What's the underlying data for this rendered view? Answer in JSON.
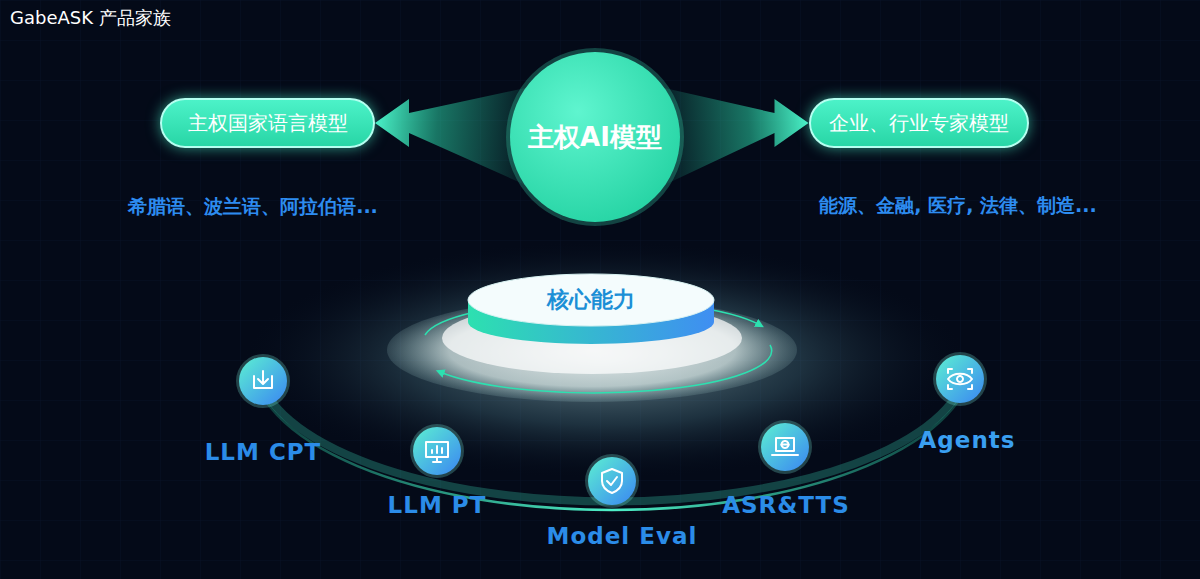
{
  "diagram": {
    "title": "GabeASK 产品家族",
    "nodes": [
      {
        "text": [
          "主权AI模型"
        ]
      },
      {
        "text": [
          "主权国家语言模型"
        ]
      },
      {
        "text": [
          "企业、行业专家模型"
        ]
      },
      {
        "text": [
          "核心能力"
        ]
      },
      {
        "text": [
          "LLM CPT"
        ]
      },
      {
        "text": [
          "LLM PT"
        ]
      },
      {
        "text": [
          "Model Eval"
        ]
      },
      {
        "text": [
          "ASR&TTS"
        ]
      },
      {
        "text": [
          "Agents"
        ]
      }
    ],
    "edges": [
      {
        "from": 0,
        "to": 1,
        "arrow": "to"
      },
      {
        "from": 0,
        "to": 2,
        "arrow": "to"
      }
    ],
    "labels": [
      "希腊语、波兰语、阿拉伯语...",
      "能源、金融, 医疗, 法律、制造..."
    ]
  }
}
